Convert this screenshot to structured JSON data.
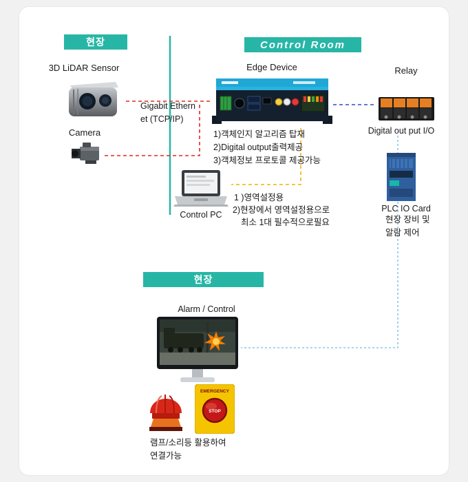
{
  "banners": {
    "site_top": "현장",
    "control_room": "Control Room",
    "site_bottom": "현장"
  },
  "devices": {
    "lidar_label": "3D LiDAR Sensor",
    "camera_label": "Camera",
    "edge_label": "Edge Device",
    "relay_label": "Relay",
    "digital_io_label": "Digital out put I/O",
    "plc_label": "PLC IO Card",
    "control_pc_label": "Control PC",
    "alarm_label": "Alarm / Control"
  },
  "connections": {
    "gigabit_line1": "Gigabit Ethern",
    "gigabit_line2": "et (TCP/IP)"
  },
  "notes": {
    "edge_features": [
      "1)객체인지 알고리즘 탑재",
      "2)Digital output출력제공",
      "3)객체정보 프로토콜 제공가능"
    ],
    "pc_note1": "1 )영역설정용",
    "pc_note2": "2)현장에서 영역설정용으로",
    "pc_note3": "최소 1대 필수적으로필요",
    "plc_note1": "현장 장비 및",
    "plc_note2": "알람 제어",
    "lamp_note1": "램프/소리등 활용하여",
    "lamp_note2": "연결가능"
  },
  "emergency_button": {
    "line1": "EMERGENCY",
    "line2": "STOP"
  },
  "colors": {
    "accent_teal": "#27b6a6",
    "line_red": "#e0281e",
    "line_blue": "#2f4bc4",
    "line_yellow": "#f2b200",
    "line_lightblue": "#8fc3e8"
  }
}
